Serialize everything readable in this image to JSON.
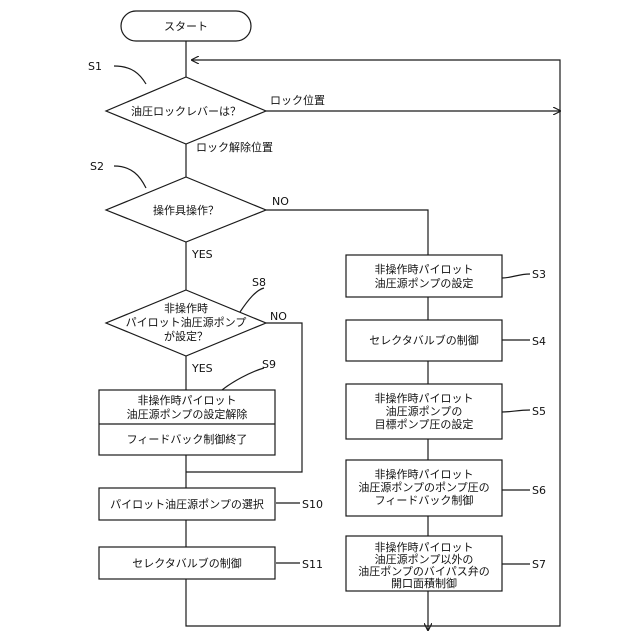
{
  "start": "スタート",
  "s1": {
    "id": "S1",
    "question": "油圧ロックレバーは？",
    "lock": "ロック位置",
    "unlock": "ロック解除位置"
  },
  "s2": {
    "id": "S2",
    "question": "操作具操作？",
    "no": "NO",
    "yes": "YES"
  },
  "s8": {
    "id": "S8",
    "lines": [
      "非操作時",
      "パイロット油圧源ポンプ",
      "が設定？"
    ],
    "no": "NO",
    "yes": "YES"
  },
  "s9": {
    "id": "S9",
    "lines": [
      "非操作時パイロット",
      "油圧源ポンプの設定解除"
    ],
    "sub": "フィードバック制御終了"
  },
  "s10": {
    "id": "S10",
    "text": "パイロット油圧源ポンプの選択"
  },
  "s11": {
    "id": "S11",
    "text": "セレクタバルブの制御"
  },
  "s3": {
    "id": "S3",
    "lines": [
      "非操作時パイロット",
      "油圧源ポンプの設定"
    ]
  },
  "s4": {
    "id": "S4",
    "text": "セレクタバルブの制御"
  },
  "s5": {
    "id": "S5",
    "lines": [
      "非操作時パイロット",
      "油圧源ポンプの",
      "目標ポンプ圧の設定"
    ]
  },
  "s6": {
    "id": "S6",
    "lines": [
      "非操作時パイロット",
      "油圧源ポンプのポンプ圧の",
      "フィードバック制御"
    ]
  },
  "s7": {
    "id": "S7",
    "lines": [
      "非操作時パイロット",
      "油圧源ポンプ以外の",
      "油圧ポンプのバイパス弁の",
      "開口面積制御"
    ]
  }
}
